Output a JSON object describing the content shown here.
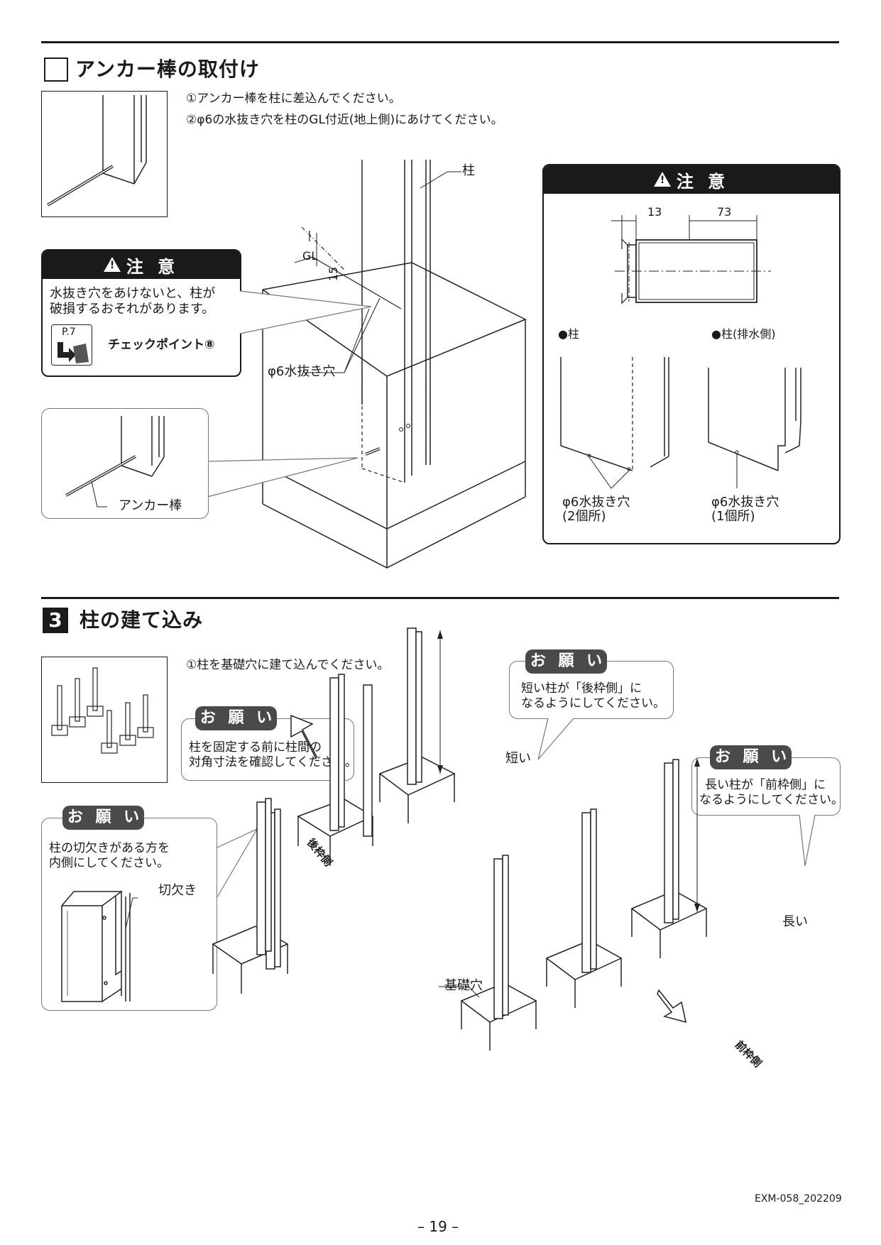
{
  "section_anchor": {
    "title": "アンカー棒の取付け",
    "steps": [
      "①アンカー棒を柱に差込んでください。",
      "②φ6の水抜き穴を柱のGL付近(地上側)にあけてください。"
    ],
    "labels": {
      "pillar": "柱",
      "gl": "GL",
      "dim_15": "15",
      "drain_hole": "φ6水抜き穴",
      "anchor_rod": "アンカー棒"
    },
    "caution_left": {
      "title": "注 意",
      "text_line1": "水抜き穴をあけないと、柱が",
      "text_line2": "破損するおそれがあります。",
      "page_ref": "P.7",
      "checkpoint": "チェックポイント⑧"
    },
    "caution_right": {
      "title": "注 意",
      "dim_13": "13",
      "dim_73": "73",
      "pillar_label": "●柱",
      "pillar_drain_label": "●柱(排水側)",
      "drain_left_line1": "φ6水抜き穴",
      "drain_left_line2": "(2個所)",
      "drain_right_line1": "φ6水抜き穴",
      "drain_right_line2": "(1個所)"
    }
  },
  "section_pillar": {
    "number": "3",
    "title": "柱の建て込み",
    "steps": [
      "①柱を基礎穴に建て込んでください。"
    ],
    "request_tag": "お 願 い",
    "request_diagonal_line1": "柱を固定する前に柱間の",
    "request_diagonal_line2": "対角寸法を確認してください。",
    "request_short_line1": "短い柱が「後枠側」に",
    "request_short_line2": "なるようにしてください。",
    "request_long_line1": "長い柱が「前枠側」に",
    "request_long_line2": "なるようにしてください。",
    "request_notch_line1": "柱の切欠きがある方を",
    "request_notch_line2": "内側にしてください。",
    "labels": {
      "notch": "切欠き",
      "short": "短い",
      "long": "長い",
      "rear_frame": "後枠側",
      "front_frame": "前枠側",
      "foundation_hole": "基礎穴"
    }
  },
  "footer": {
    "doc_code": "EXM-058_202209",
    "page_number": "– 19 –"
  }
}
